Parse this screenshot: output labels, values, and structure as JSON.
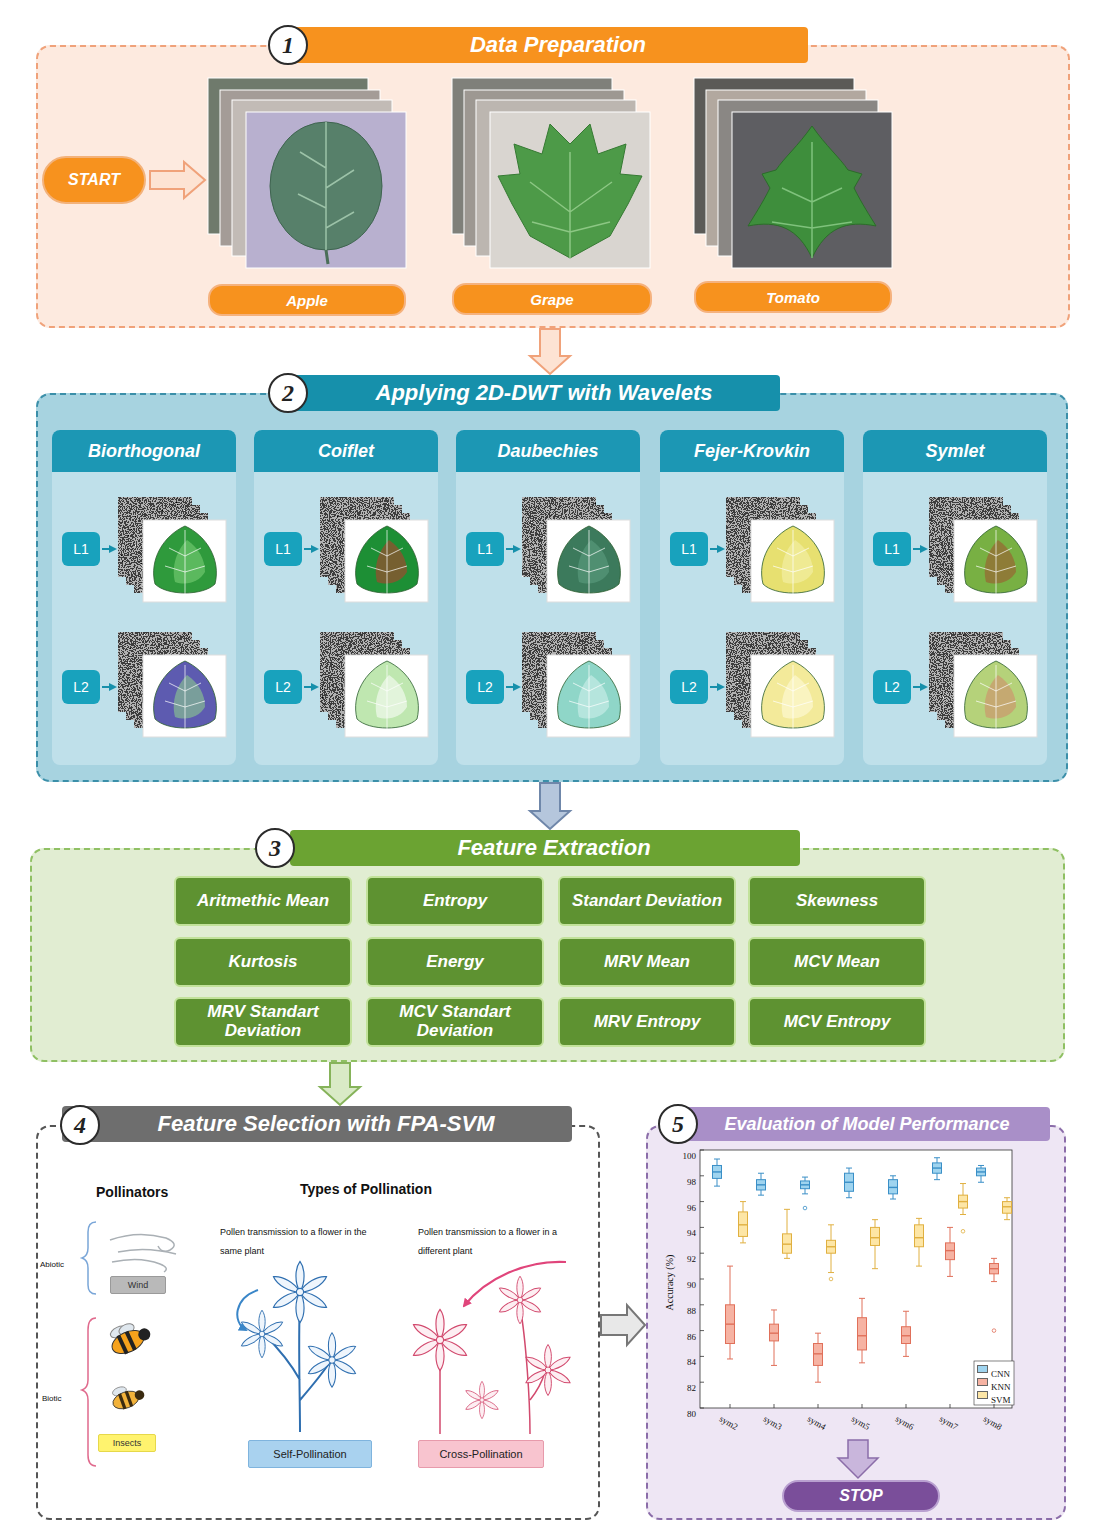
{
  "diagram": {
    "nodes": [
      {
        "text": [
          "Data Preparation"
        ]
      },
      {
        "text": [
          "1"
        ],
        "in": 0
      },
      {
        "text": [
          "START"
        ],
        "in": 0
      },
      {
        "text": [
          "Apple"
        ],
        "in": 0
      },
      {
        "text": [
          "Grape"
        ],
        "in": 0
      },
      {
        "text": [
          "Tomato"
        ],
        "in": 0
      },
      {
        "text": [
          "Applying 2D-DWT with Wavelets"
        ]
      },
      {
        "text": [
          "2"
        ],
        "in": 6
      },
      {
        "text": [
          "Biorthogonal"
        ],
        "in": 6
      },
      {
        "text": [
          "L1"
        ],
        "in": 8
      },
      {
        "text": [
          "L2"
        ],
        "in": 8
      },
      {
        "text": [
          "Coiflet"
        ],
        "in": 6
      },
      {
        "text": [
          "L1"
        ],
        "in": 11
      },
      {
        "text": [
          "L2"
        ],
        "in": 11
      },
      {
        "text": [
          "Daubechies"
        ],
        "in": 6
      },
      {
        "text": [
          "L1"
        ],
        "in": 14
      },
      {
        "text": [
          "L2"
        ],
        "in": 14
      },
      {
        "text": [
          "Fejer-Krovkin"
        ],
        "in": 6
      },
      {
        "text": [
          "L1"
        ],
        "in": 17
      },
      {
        "text": [
          "L2"
        ],
        "in": 17
      },
      {
        "text": [
          "Symlet"
        ],
        "in": 6
      },
      {
        "text": [
          "L1"
        ],
        "in": 20
      },
      {
        "text": [
          "L2"
        ],
        "in": 20
      },
      {
        "text": [
          "Feature Extraction"
        ]
      },
      {
        "text": [
          "3"
        ],
        "in": 23
      },
      {
        "text": [
          "Aritmethic Mean"
        ],
        "in": 23
      },
      {
        "text": [
          "Entropy"
        ],
        "in": 23
      },
      {
        "text": [
          "Standart Deviation"
        ],
        "in": 23
      },
      {
        "text": [
          "Skewness"
        ],
        "in": 23
      },
      {
        "text": [
          "Kurtosis"
        ],
        "in": 23
      },
      {
        "text": [
          "Energy"
        ],
        "in": 23
      },
      {
        "text": [
          "MRV Mean"
        ],
        "in": 23
      },
      {
        "text": [
          "MCV Mean"
        ],
        "in": 23
      },
      {
        "text": [
          "MRV Standart Deviation"
        ],
        "in": 23
      },
      {
        "text": [
          "MCV Standart Deviation"
        ],
        "in": 23
      },
      {
        "text": [
          "MRV Entropy"
        ],
        "in": 23
      },
      {
        "text": [
          "MCV Entropy"
        ],
        "in": 23
      },
      {
        "text": [
          "Feature Selection with FPA-SVM"
        ]
      },
      {
        "text": [
          "4"
        ],
        "in": 37
      },
      {
        "text": [
          "Wind"
        ],
        "in": 37
      },
      {
        "text": [
          "Insects"
        ],
        "in": 37
      },
      {
        "text": [
          "Self-Pollination"
        ],
        "in": 37
      },
      {
        "text": [
          "Cross-Pollination"
        ],
        "in": 37
      },
      {
        "text": [
          "Evaluation of Model Performance"
        ]
      },
      {
        "text": [
          "5"
        ],
        "in": 43
      },
      {
        "text": [
          "STOP"
        ],
        "in": 43
      }
    ],
    "edges": [
      {
        "from": 0,
        "to": 6,
        "arrow": "to"
      },
      {
        "from": 6,
        "to": 23,
        "arrow": "to"
      },
      {
        "from": 23,
        "to": 37,
        "arrow": "to"
      },
      {
        "from": 37,
        "to": 43,
        "arrow": "to"
      }
    ],
    "labels": [
      "Pollinators",
      "Types of Pollination",
      "Abiotic",
      "Pollen transmission to a flower in the same plant",
      "Pollen transmission to a flower in a different plant",
      "Biotic",
      "Accuracy (%)",
      "100",
      "98",
      "96",
      "94",
      "92",
      "90",
      "88",
      "86",
      "84",
      "82",
      "80",
      "sym2",
      "sym3",
      "sym4",
      "sym5",
      "sym6",
      "sym7",
      "sym8"
    ],
    "legend": [
      {
        "text": "CNN",
        "color": "#9fd4ef"
      },
      {
        "text": "KNN",
        "color": "#f6b3a3"
      },
      {
        "text": "SVM",
        "color": "#fde6a6"
      }
    ]
  }
}
